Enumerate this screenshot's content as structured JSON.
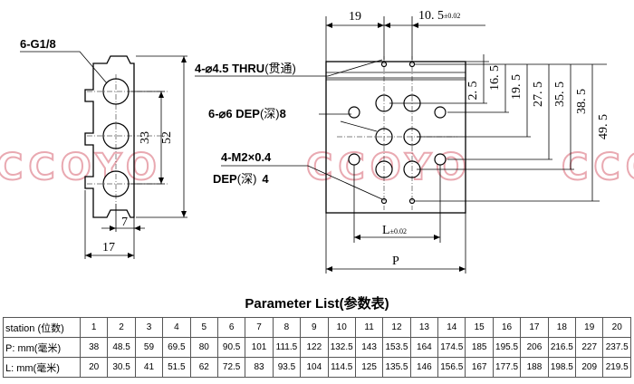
{
  "labels": {
    "port_thread": "6-G1/8",
    "thru_hole_main": "4-⌀4.5 THRU",
    "thru_hole_cn": "(贯通)",
    "dep_hole_main": "6-⌀6 DEP",
    "dep_hole_cn": "(深)",
    "dep_hole_depth": "8",
    "thread_line1": "4-M2×0.4",
    "thread_line2_main": "DEP",
    "thread_line2_cn": "(深)",
    "thread_line2_depth": "4"
  },
  "dims": {
    "side_pitch": "33",
    "side_height": "52",
    "side_offset": "7",
    "side_width": "17",
    "top_19": "19",
    "top_10_5_main": "10. 5",
    "top_10_5_tol": "±0.02",
    "v_2_5": "2. 5",
    "v_16_5": "16. 5",
    "v_19_5": "19. 5",
    "v_27_5": "27. 5",
    "v_35_5": "35. 5",
    "v_38_5": "38. 5",
    "v_49_5": "49. 5",
    "L_main": "L",
    "L_tol": "±0.02",
    "P": "P"
  },
  "watermark": "CCOYO",
  "colors": {
    "watermark": "#e9a9b1",
    "line": "#000000"
  },
  "table": {
    "title_main": "Parameter List",
    "title_cn": "(参数表)",
    "rows": [
      {
        "head": "station (位数)",
        "values": [
          "1",
          "2",
          "3",
          "4",
          "5",
          "6",
          "7",
          "8",
          "9",
          "10",
          "11",
          "12",
          "13",
          "14",
          "15",
          "16",
          "17",
          "18",
          "19",
          "20"
        ]
      },
      {
        "head": "P: mm(毫米)",
        "values": [
          "38",
          "48.5",
          "59",
          "69.5",
          "80",
          "90.5",
          "101",
          "111.5",
          "122",
          "132.5",
          "143",
          "153.5",
          "164",
          "174.5",
          "185",
          "195.5",
          "206",
          "216.5",
          "227",
          "237.5"
        ]
      },
      {
        "head": "L: mm(毫米)",
        "values": [
          "20",
          "30.5",
          "41",
          "51.5",
          "62",
          "72.5",
          "83",
          "93.5",
          "104",
          "114.5",
          "125",
          "135.5",
          "146",
          "156.5",
          "167",
          "177.5",
          "188",
          "198.5",
          "209",
          "219.5"
        ]
      }
    ]
  }
}
